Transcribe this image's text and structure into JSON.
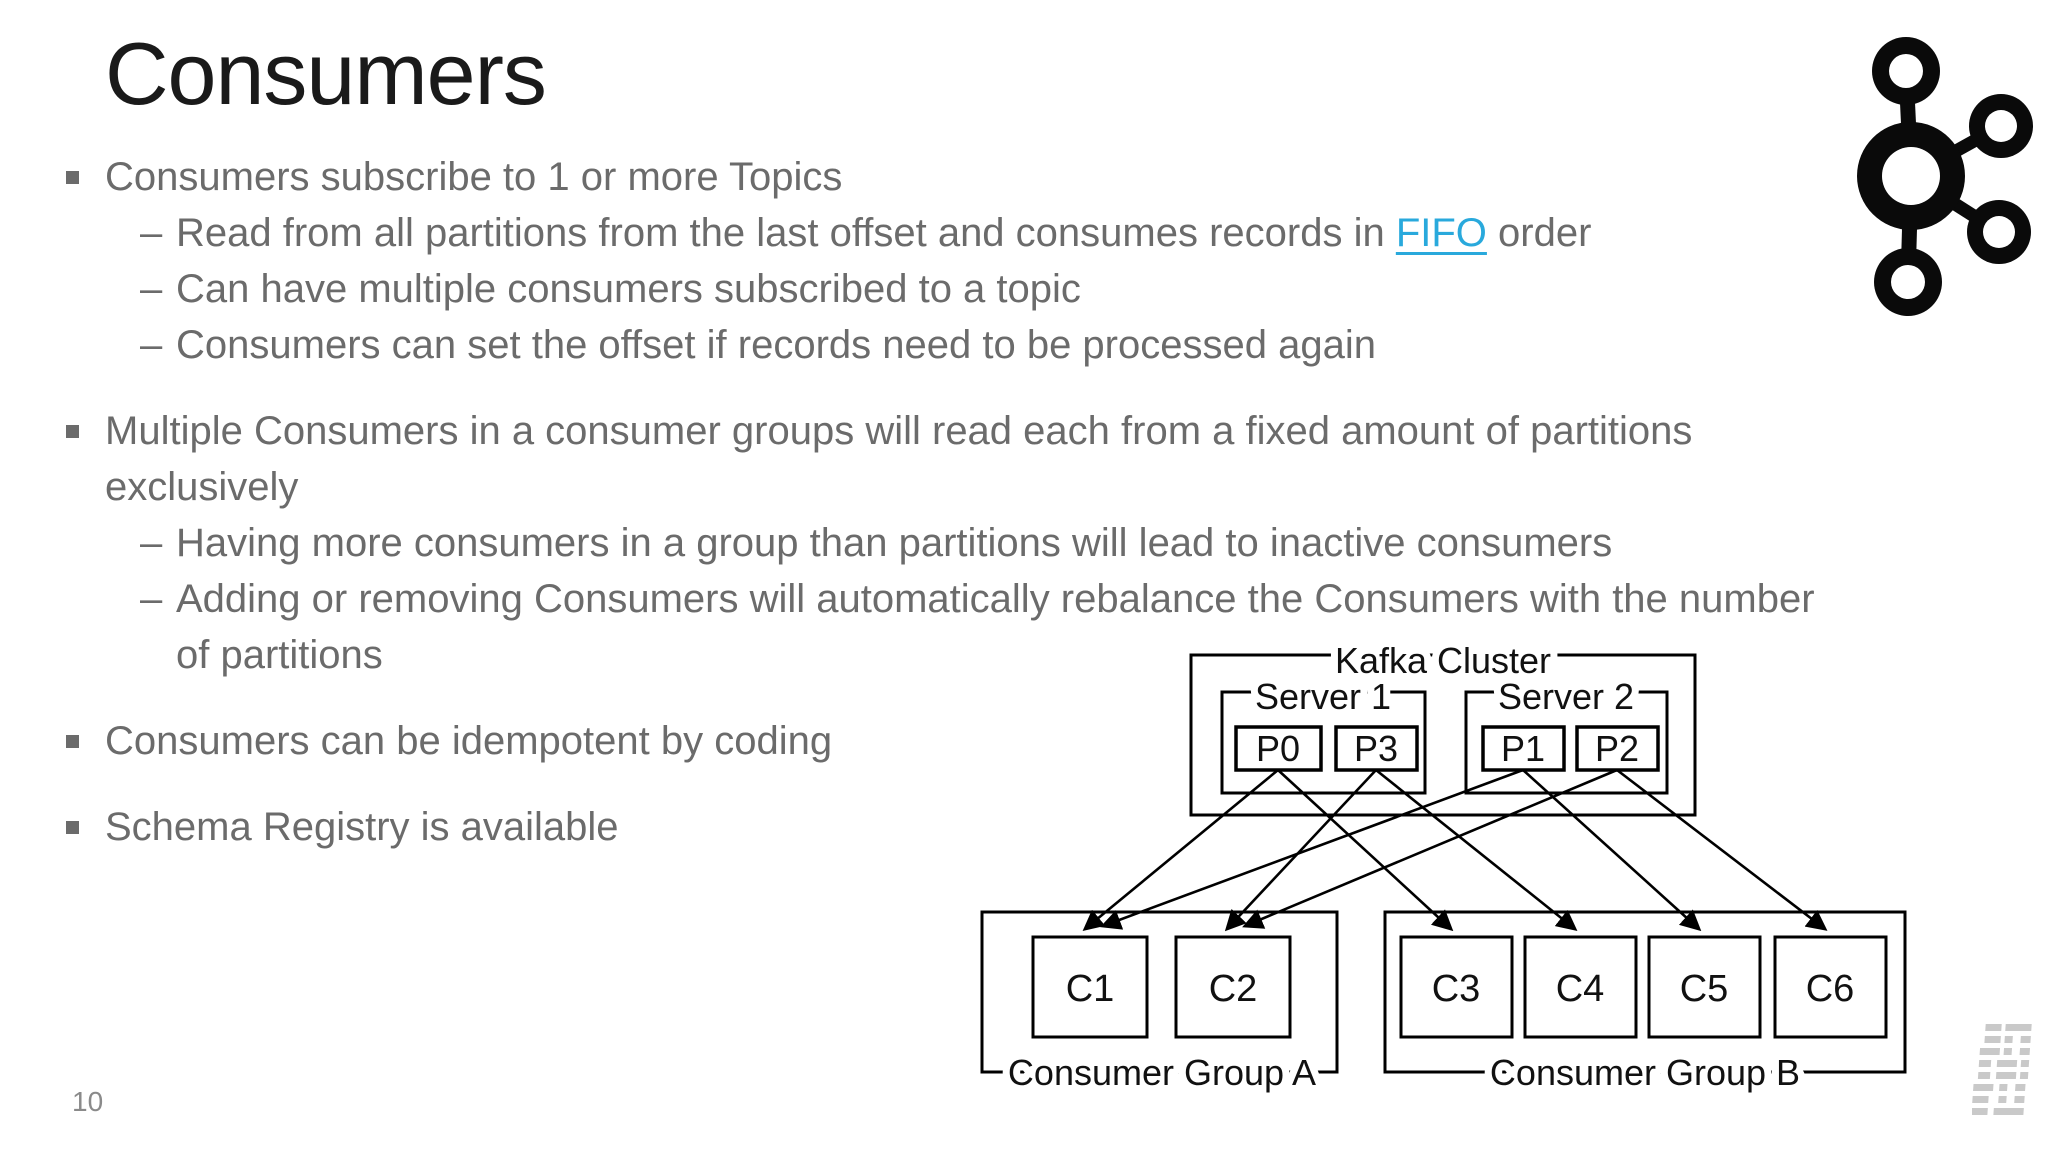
{
  "slide": {
    "title": "Consumers",
    "page_number": "10"
  },
  "colors": {
    "link": "#29a9dc",
    "body_text": "#6b6b6b",
    "title_text": "#1a1a1a",
    "diagram_stroke": "#000000"
  },
  "markers": {
    "dash": "–"
  },
  "bullets": {
    "b1": {
      "text": "Consumers subscribe to 1 or more Topics",
      "s1_pre": "Read from all partitions from the last offset and consumes records in ",
      "s1_link": "FIFO",
      "s1_post": " order",
      "s2": "Can have multiple consumers subscribed to a topic",
      "s3": "Consumers can set the offset if records need to be processed again"
    },
    "b2": {
      "text": "Multiple Consumers in a consumer groups will read each from a fixed amount of partitions exclusively",
      "s1": "Having more consumers in a group than partitions will lead to inactive consumers",
      "s2": "Adding or removing Consumers will automatically rebalance the Consumers with the number of partitions"
    },
    "b3": {
      "text": "Consumers can be idempotent by coding"
    },
    "b4": {
      "text": "Schema Registry is available"
    }
  },
  "diagram": {
    "cluster_label": "Kafka Cluster",
    "server1_label": "Server 1",
    "server2_label": "Server 2",
    "partitions": {
      "p0": "P0",
      "p3": "P3",
      "p1": "P1",
      "p2": "P2"
    },
    "group_a_label": "Consumer Group A",
    "group_b_label": "Consumer Group B",
    "consumers": {
      "c1": "C1",
      "c2": "C2",
      "c3": "C3",
      "c4": "C4",
      "c5": "C5",
      "c6": "C6"
    },
    "connections": [
      "P0->C1",
      "P0->C3",
      "P3->C2",
      "P3->C4",
      "P1->C1",
      "P1->C5",
      "P2->C2",
      "P2->C6"
    ]
  }
}
